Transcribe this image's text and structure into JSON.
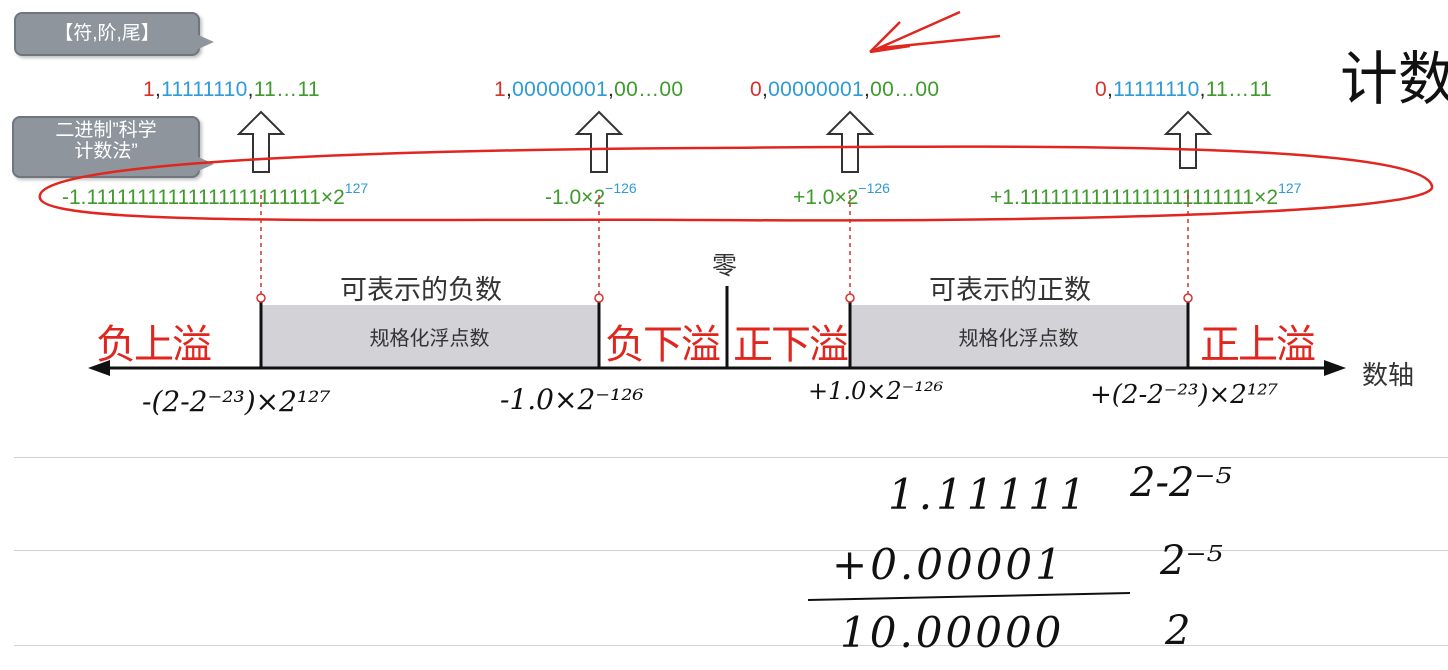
{
  "callouts": {
    "format": "【符,阶,尾】",
    "sci_line1": "二进制”科学",
    "sci_line2": "计数法”"
  },
  "bit_patterns": [
    {
      "sign": "1",
      "exp": "11111110",
      "frac": "11…11"
    },
    {
      "sign": "1",
      "exp": "00000001",
      "frac": "00…00"
    },
    {
      "sign": "0",
      "exp": "00000001",
      "frac": "00…00"
    },
    {
      "sign": "0",
      "exp": "11111110",
      "frac": "11…11"
    }
  ],
  "scientific": [
    {
      "mantissa": "-1.11111111111111111111111×2",
      "power": "127"
    },
    {
      "mantissa": "-1.0×2",
      "power": "−126"
    },
    {
      "mantissa": "+1.0×2",
      "power": "−126"
    },
    {
      "mantissa": "+1.11111111111111111111111×2",
      "power": "127"
    }
  ],
  "axis": {
    "zero_label": "零",
    "negative_label": "可表示的负数",
    "positive_label": "可表示的正数",
    "box_text": "规格化浮点数",
    "axis_label": "数轴"
  },
  "handwriting": {
    "neg_overflow": "负上溢",
    "neg_underflow": "负下溢",
    "pos_underflow": "正下溢",
    "pos_overflow": "正上溢",
    "val1": "-(2-2⁻²³)×2¹²⁷",
    "val2": "-1.0×2⁻¹²⁶",
    "val3": "+1.0×2⁻¹²⁶",
    "val4": "+(2-2⁻²³)×2¹²⁷",
    "top_right": "计数",
    "calc_line1": "1.11111",
    "calc_line2": "+0.00001",
    "calc_line3": "10.00000",
    "calc_right1": "2-2⁻⁵",
    "calc_right2": "2⁻⁵",
    "calc_right3": "2"
  },
  "colors": {
    "sign": "#d9302c",
    "exponent": "#2e9ad8",
    "fraction": "#3f9a2c",
    "pen_red": "#e0261e",
    "box_fill": "#d2d2d7"
  }
}
